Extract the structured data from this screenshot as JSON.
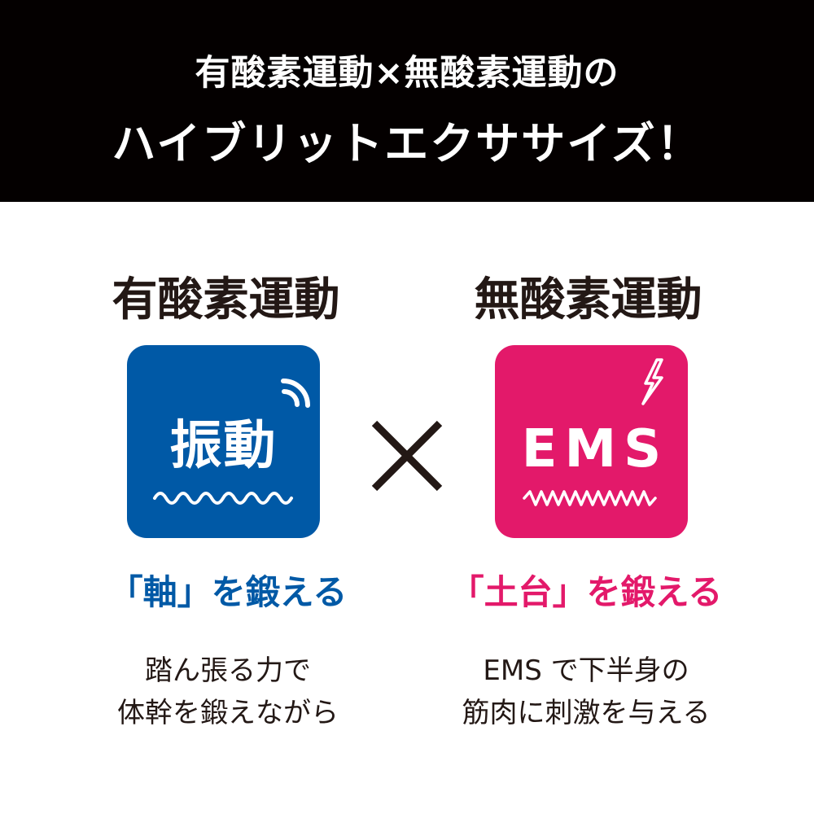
{
  "header": {
    "line1": "有酸素運動×無酸素運動の",
    "line2": "ハイブリットエクササイズ！"
  },
  "left": {
    "title": "有酸素運動",
    "tile_label": "振動",
    "tile_icon": "vibration-waves-icon",
    "subhead": "「軸」を鍛える",
    "desc": [
      "踏ん張る力で",
      "体幹を鍛えながら"
    ]
  },
  "right": {
    "title": "無酸素運動",
    "tile_label": "EMS",
    "tile_icon": "lightning-bolt-icon",
    "subhead": "「土台」を鍛える",
    "desc": [
      "EMS で下半身の",
      "筋肉に刺激を与える"
    ]
  },
  "colors": {
    "header_bg": "#040000",
    "blue": "#0059a6",
    "pink": "#e3196a",
    "text": "#231815"
  }
}
